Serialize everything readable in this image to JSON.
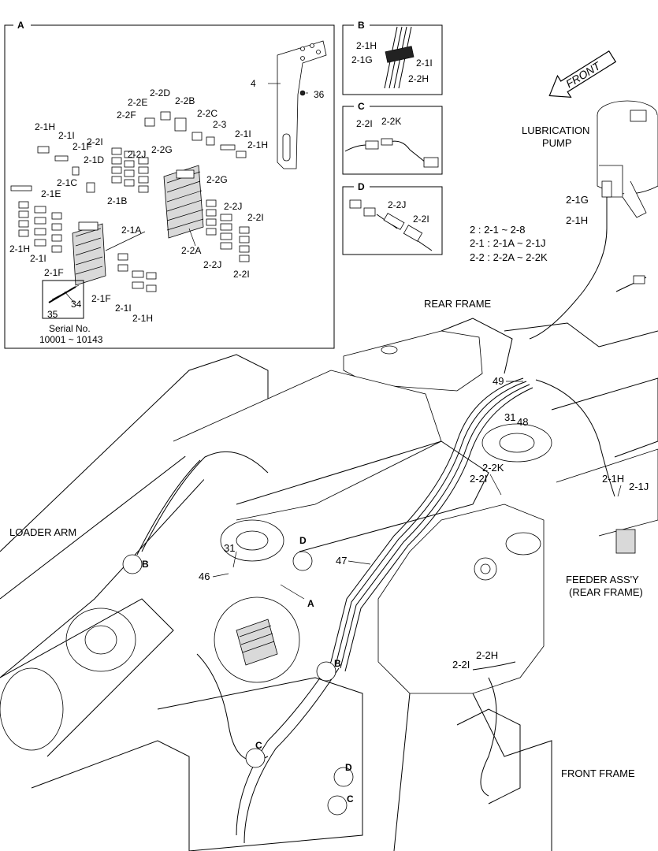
{
  "detail_boxes": {
    "A": {
      "title": "A",
      "labels": [
        "2-1H",
        "2-1I",
        "2-1F",
        "2-1D",
        "2-1C",
        "2-1E",
        "2-1B",
        "2-1A",
        "2-1H",
        "2-1I",
        "2-1F",
        "2-1F",
        "2-1I",
        "2-1H",
        "2-2I",
        "2-2J",
        "2-2G",
        "2-2E",
        "2-2F",
        "2-2D",
        "2-2B",
        "2-2C",
        "2-3",
        "2-1I",
        "2-1H",
        "2-2G",
        "2-2J",
        "2-2I",
        "2-2A",
        "2-2J",
        "2-2I",
        "4",
        "36",
        "34",
        "35"
      ],
      "serial_label": "Serial No.",
      "serial_range": "10001 ~ 10143"
    },
    "B": {
      "title": "B",
      "labels": [
        "2-1H",
        "2-1G",
        "2-1I",
        "2-2H"
      ]
    },
    "C": {
      "title": "C",
      "labels": [
        "2-2I",
        "2-2K"
      ]
    },
    "D": {
      "title": "D",
      "labels": [
        "2-2J",
        "2-2I"
      ]
    }
  },
  "legend": {
    "row1": "2   : 2-1 ~ 2-8",
    "row2": "2-1 : 2-1A ~ 2-1J",
    "row3": "2-2 : 2-2A ~ 2-2K"
  },
  "front_arrow": "FRONT",
  "main_labels": {
    "lubrication_pump_1": "LUBRICATION",
    "lubrication_pump_2": "PUMP",
    "pump_2_1g": "2-1G",
    "pump_2_1h": "2-1H",
    "rear_frame": "REAR FRAME",
    "loader_arm": "LOADER ARM",
    "feeder_1": "FEEDER ASS'Y",
    "feeder_2": "(REAR FRAME)",
    "front_frame": "FRONT FRAME",
    "n49": "49",
    "n31a": "31",
    "n48": "48",
    "k2_2k": "2-2K",
    "k2_2i": "2-2I",
    "f2_1h": "2-1H",
    "f2_1j": "2-1J",
    "n31b": "31",
    "n46": "46",
    "n47": "47",
    "callout_A": "A",
    "callout_B1": "B",
    "callout_B2": "B",
    "callout_C": "C",
    "callout_D1": "D",
    "callout_D2": "D",
    "callout_C2": "C",
    "h2_2i": "2-2I",
    "h2_2h": "2-2H"
  }
}
